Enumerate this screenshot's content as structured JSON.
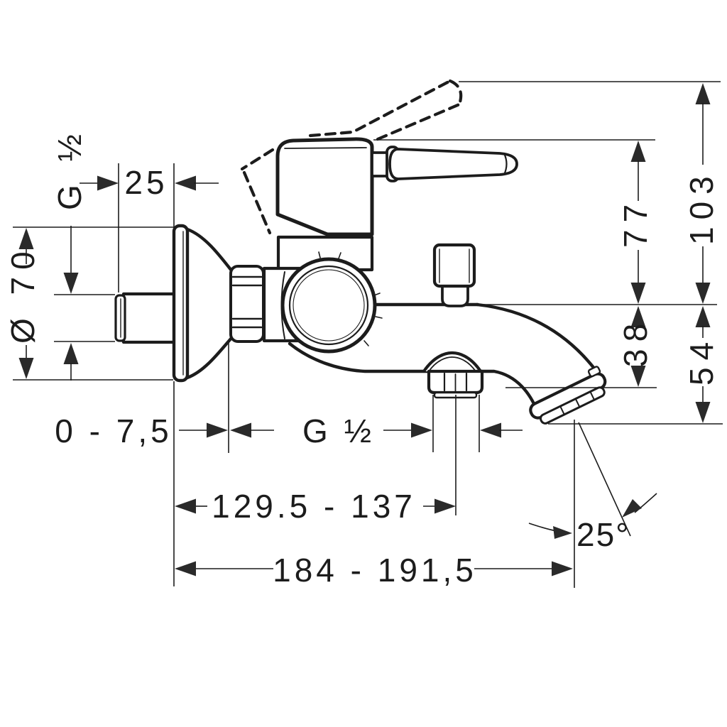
{
  "drawing": {
    "type": "technical-dimension-drawing",
    "subject": "wall-mounted single-lever bath mixer with spout, side view",
    "colors": {
      "line": "#1c1c1c",
      "background": "#ffffff"
    },
    "dimensions": {
      "wall_thread_top": "G ½",
      "nipple_projection": "25",
      "escutcheon_diameter": "Ø 70",
      "handle_height": "77",
      "handle_max_height": "103",
      "spout_outlet_drop": "38",
      "aerator_drop": "54",
      "wall_adjustment_range": "0 - 7,5",
      "shower_outlet_thread": "G ½",
      "spout_center_reach": "129.5 - 137",
      "total_reach": "184 - 191,5",
      "spout_angle": "25°"
    }
  }
}
